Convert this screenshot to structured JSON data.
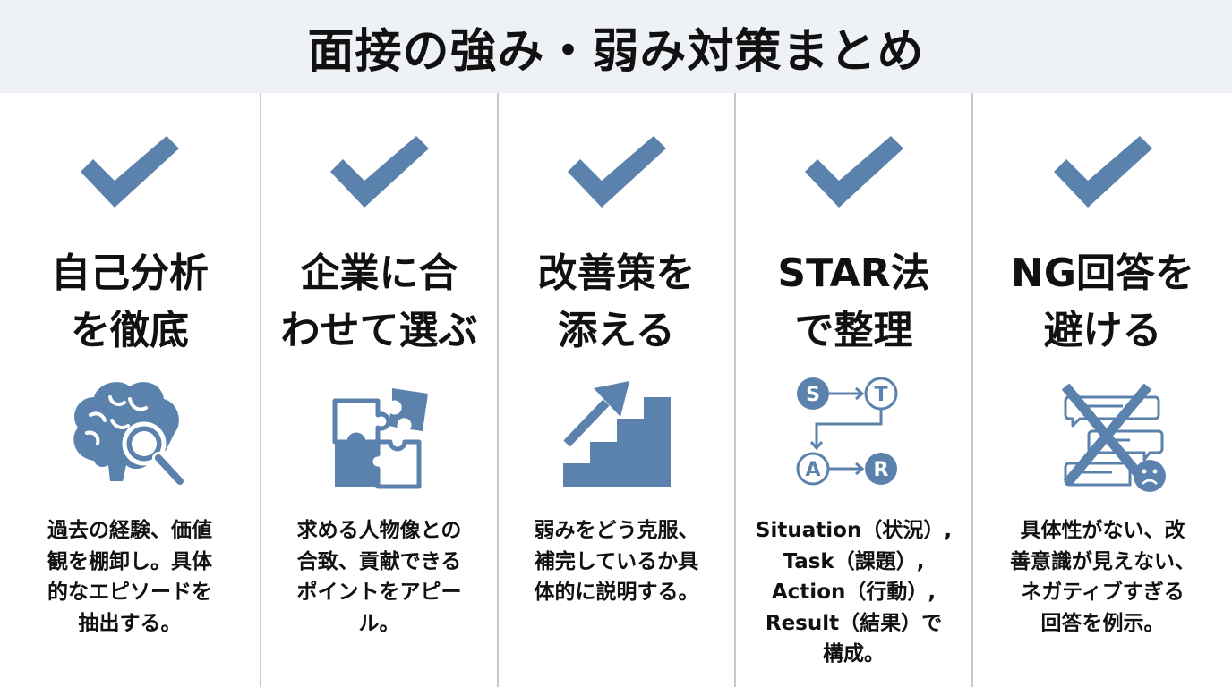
{
  "title": "面接の強み・弱み対策まとめ",
  "colors": {
    "accent": "#5b82ad",
    "header_bg": "#eef1f6",
    "divider": "#c9c9c9",
    "text": "#111111"
  },
  "columns": [
    {
      "check_icon": "check-icon",
      "heading": "自己分析\nを徹底",
      "icon": "brain-magnifier-icon",
      "description": "過去の経験、価値\n観を棚卸し。具体\n的なエピソードを\n抽出する。"
    },
    {
      "check_icon": "check-icon",
      "heading": "企業に合\nわせて選ぶ",
      "icon": "puzzle-icon",
      "description": "求める人物像との\n合致、貢献できる\nポイントをアピー\nル。"
    },
    {
      "check_icon": "check-icon",
      "heading": "改善策を\n添える",
      "icon": "stairs-arrow-icon",
      "description": "弱みをどう克服、\n補完しているか具\n体的に説明する。"
    },
    {
      "check_icon": "check-icon",
      "heading": "STAR法\nで整理",
      "icon": "star-flow-icon",
      "star_letters": [
        "S",
        "T",
        "A",
        "R"
      ],
      "description": "Situation（状況）,\nTask（課題）,\nAction（行動）,\nResult（結果）で\n構成。"
    },
    {
      "check_icon": "check-icon",
      "heading": "NG回答を\n避ける",
      "icon": "crossed-chat-sad-icon",
      "description": "具体性がない、改\n善意識が見えない、\nネガティブすぎる\n回答を例示。"
    }
  ]
}
